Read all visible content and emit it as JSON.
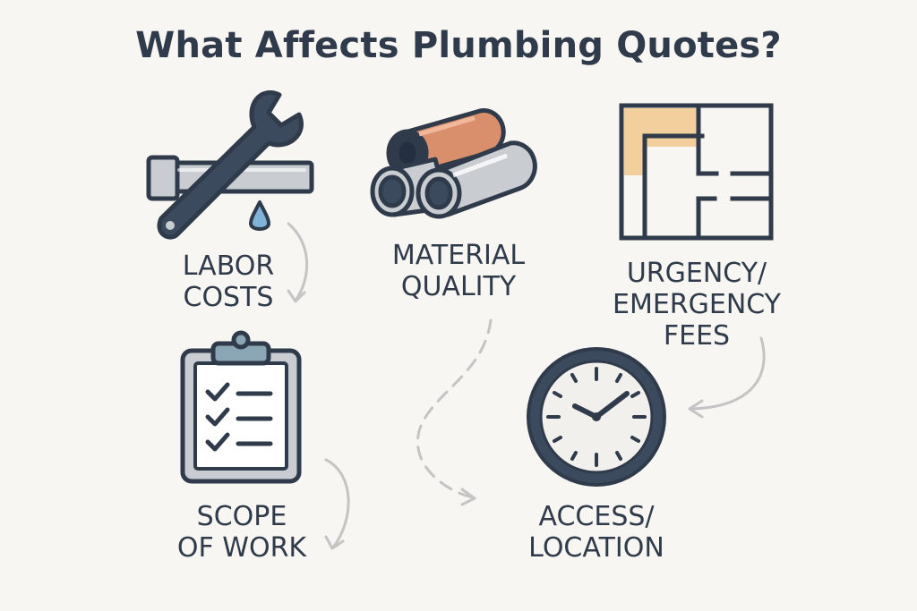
{
  "title": "What Affects Plumbing Quotes?",
  "factors": [
    {
      "id": "labor",
      "lines": [
        "LABOR",
        "COSTS"
      ],
      "icon": "wrench-pipe-icon"
    },
    {
      "id": "material",
      "lines": [
        "MATERIAL",
        "QUALITY"
      ],
      "icon": "pipes-icon"
    },
    {
      "id": "urgency",
      "lines": [
        "URGENCY/",
        "EMERGENCY",
        "FEES"
      ],
      "icon": "floor-plan-icon"
    },
    {
      "id": "scope",
      "lines": [
        "SCOPE",
        "OF WORK"
      ],
      "icon": "clipboard-checklist-icon"
    },
    {
      "id": "access",
      "lines": [
        "ACCESS/",
        "LOCATION"
      ],
      "icon": "clock-icon"
    }
  ],
  "colors": {
    "background": "#f8f6f2",
    "ink": "#2f3b4a",
    "copper": "#d98f6c",
    "steel": "#c9cdd1",
    "highlight": "#f2cf9c",
    "water": "#7fb3d8",
    "arrow": "#c4c4c4"
  }
}
